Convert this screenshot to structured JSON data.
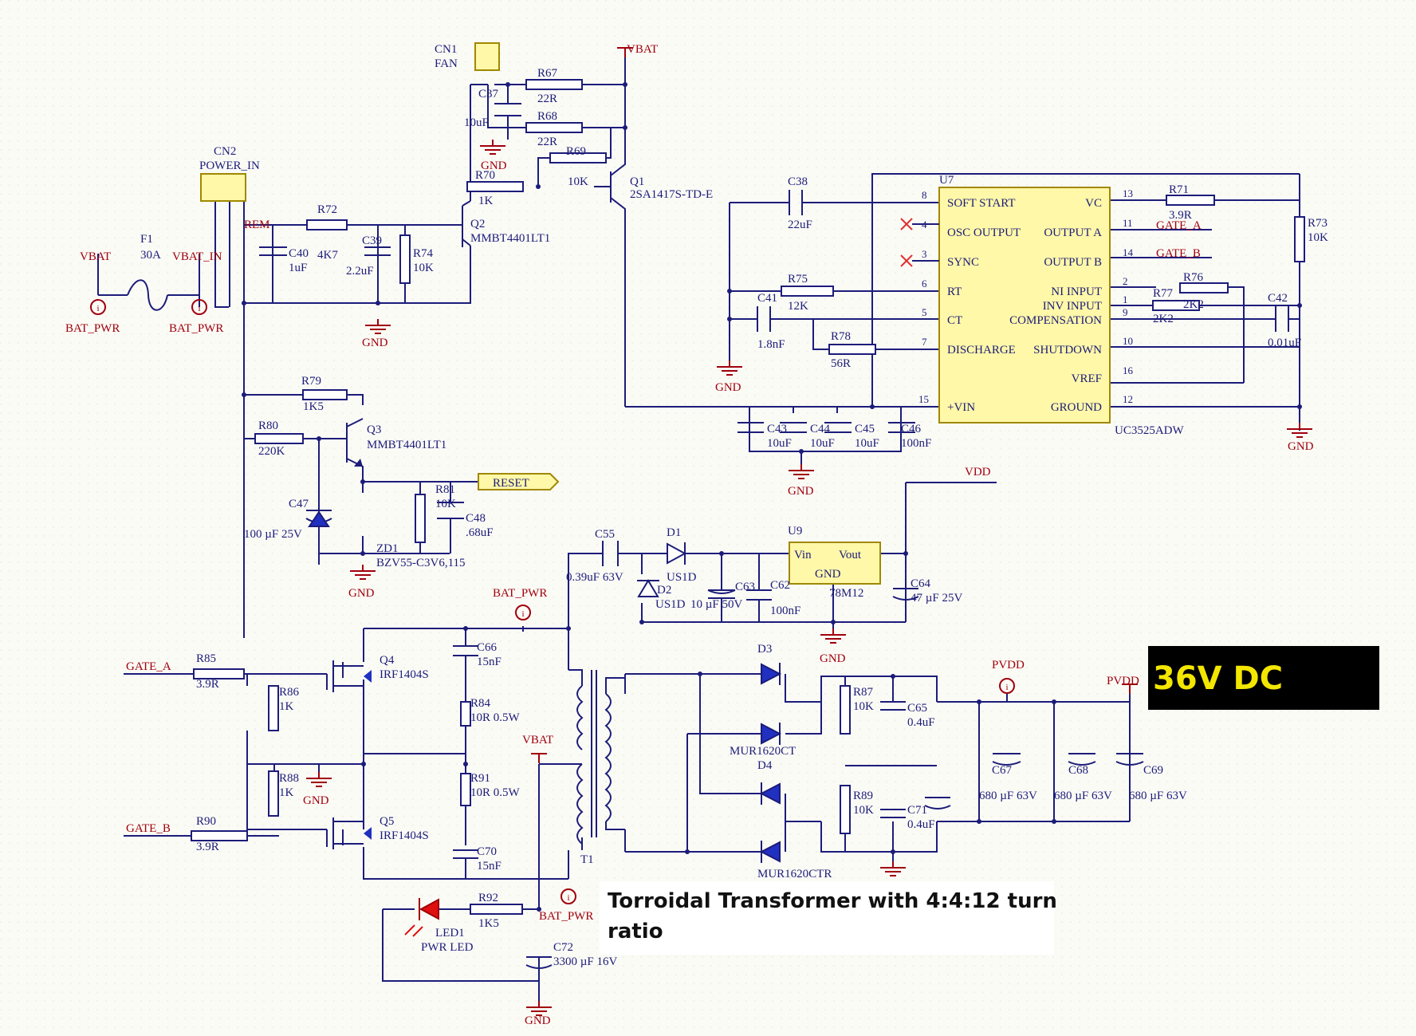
{
  "nets": {
    "vbat_top": "VBAT",
    "vbat_left": "VBAT",
    "vbat_in": "VBAT_IN",
    "vbat_mid": "VBAT",
    "bat_pwr_1": "BAT_PWR",
    "bat_pwr_2": "BAT_PWR",
    "bat_pwr_3": "BAT_PWR",
    "bat_pwr_4": "BAT_PWR",
    "rem": "REM",
    "vdd": "VDD",
    "pvdd_1": "PVDD",
    "pvdd_2": "PVDD",
    "gate_a_left": "GATE_A",
    "gate_b_left": "GATE_B",
    "gate_a_right": "GATE_A",
    "gate_b_right": "GATE_B",
    "reset": "RESET",
    "gnd": [
      "GND",
      "GND",
      "GND",
      "GND",
      "GND",
      "GND",
      "GND",
      "GND",
      "GND"
    ]
  },
  "components": {
    "cn1": {
      "ref": "CN1",
      "value": "FAN"
    },
    "cn2": {
      "ref": "CN2",
      "value": "POWER_IN"
    },
    "f1": {
      "ref": "F1",
      "value": "30A"
    },
    "r67": {
      "ref": "R67",
      "value": "22R"
    },
    "r68": {
      "ref": "R68",
      "value": "22R"
    },
    "r69": {
      "ref": "R69",
      "value": "10K"
    },
    "r70": {
      "ref": "R70",
      "value": "1K"
    },
    "c37": {
      "ref": "C37",
      "value": "10uF"
    },
    "q1": {
      "ref": "Q1",
      "value": "2SA1417S-TD-E"
    },
    "q2": {
      "ref": "Q2",
      "value": "MMBT4401LT1"
    },
    "q3": {
      "ref": "Q3",
      "value": "MMBT4401LT1"
    },
    "r72": {
      "ref": "R72",
      "value": "4K7"
    },
    "c40": {
      "ref": "C40",
      "value": "1uF"
    },
    "c39": {
      "ref": "C39",
      "value": "2.2uF"
    },
    "r74": {
      "ref": "R74",
      "value": "10K"
    },
    "r79": {
      "ref": "R79",
      "value": "1K5"
    },
    "r80": {
      "ref": "R80",
      "value": "220K"
    },
    "r81": {
      "ref": "R81",
      "value": "10K"
    },
    "c47": {
      "ref": "C47",
      "value": "100 µF 25V"
    },
    "c48": {
      "ref": "C48",
      "value": ".68uF"
    },
    "zd1": {
      "ref": "ZD1",
      "value": "BZV55-C3V6,115"
    },
    "c38": {
      "ref": "C38",
      "value": "22uF"
    },
    "r75": {
      "ref": "R75",
      "value": "12K"
    },
    "c41": {
      "ref": "C41",
      "value": "1.8nF"
    },
    "r78": {
      "ref": "R78",
      "value": "56R"
    },
    "r71": {
      "ref": "R71",
      "value": "3.9R"
    },
    "r73": {
      "ref": "R73",
      "value": "10K"
    },
    "r76": {
      "ref": "R76",
      "value": "2K2"
    },
    "r77": {
      "ref": "R77",
      "value": "2K2"
    },
    "c42": {
      "ref": "C42",
      "value": "0.01uF"
    },
    "c43": {
      "ref": "C43",
      "value": "10uF"
    },
    "c44": {
      "ref": "C44",
      "value": "10uF"
    },
    "c45": {
      "ref": "C45",
      "value": "10uF"
    },
    "c46": {
      "ref": "C46",
      "value": "100nF"
    },
    "c55": {
      "ref": "C55",
      "value": "0.39uF 63V"
    },
    "d1": {
      "ref": "D1",
      "value": "US1D"
    },
    "d2": {
      "ref": "D2",
      "value": "US1D"
    },
    "c63": {
      "ref": "C63",
      "value": "10 µF 50V"
    },
    "c62": {
      "ref": "C62",
      "value": "100nF"
    },
    "u9": {
      "ref": "U9",
      "value": "78M12",
      "vin": "Vin",
      "vout": "Vout",
      "gnd": "GND"
    },
    "c64": {
      "ref": "C64",
      "value": "47 µF 25V"
    },
    "r85": {
      "ref": "R85",
      "value": "3.9R"
    },
    "r86": {
      "ref": "R86",
      "value": "1K"
    },
    "r88": {
      "ref": "R88",
      "value": "1K"
    },
    "r90": {
      "ref": "R90",
      "value": "3.9R"
    },
    "q4": {
      "ref": "Q4",
      "value": "IRF1404S"
    },
    "q5": {
      "ref": "Q5",
      "value": "IRF1404S"
    },
    "c66": {
      "ref": "C66",
      "value": "15nF"
    },
    "r84": {
      "ref": "R84",
      "value": "10R 0.5W"
    },
    "r91": {
      "ref": "R91",
      "value": "10R 0.5W"
    },
    "c70": {
      "ref": "C70",
      "value": "15nF"
    },
    "t1": {
      "ref": "T1"
    },
    "d3": {
      "ref": "D3",
      "value": "MUR1620CT"
    },
    "d4": {
      "ref": "D4",
      "value": "MUR1620CTR"
    },
    "r87": {
      "ref": "R87",
      "value": "10K"
    },
    "c65": {
      "ref": "C65",
      "value": "0.4uF"
    },
    "r89": {
      "ref": "R89",
      "value": "10K"
    },
    "c71": {
      "ref": "C71",
      "value": "0.4uF"
    },
    "c67": {
      "ref": "C67",
      "value": "680 µF 63V"
    },
    "c68": {
      "ref": "C68",
      "value": "680 µF 63V"
    },
    "c69": {
      "ref": "C69",
      "value": "680 µF 63V"
    },
    "r92": {
      "ref": "R92",
      "value": "1K5"
    },
    "led1": {
      "ref": "LED1",
      "value": "PWR LED"
    },
    "c72": {
      "ref": "C72",
      "value": "3300 µF 16V"
    }
  },
  "u7": {
    "ref": "U7",
    "value": "UC3525ADW",
    "left_pins": [
      {
        "num": "8",
        "name": "SOFT START"
      },
      {
        "num": "4",
        "name": "OSC OUTPUT"
      },
      {
        "num": "3",
        "name": "SYNC"
      },
      {
        "num": "6",
        "name": "RT"
      },
      {
        "num": "5",
        "name": "CT"
      },
      {
        "num": "7",
        "name": "DISCHARGE"
      },
      {
        "num": "15",
        "name": "+VIN"
      }
    ],
    "right_pins": [
      {
        "num": "13",
        "name": "VC"
      },
      {
        "num": "11",
        "name": "OUTPUT A"
      },
      {
        "num": "14",
        "name": "OUTPUT B"
      },
      {
        "num": "2",
        "name": "NI INPUT"
      },
      {
        "num": "1",
        "name": "INV INPUT"
      },
      {
        "num": "9",
        "name": "COMPENSATION"
      },
      {
        "num": "10",
        "name": "SHUTDOWN"
      },
      {
        "num": "16",
        "name": "VREF"
      },
      {
        "num": "12",
        "name": "GROUND"
      }
    ]
  },
  "annotations": {
    "output_voltage": "36V DC",
    "transformer_note_line1": "Torroidal Transformer with 4:4:12 turn",
    "transformer_note_line2": "ratio"
  }
}
